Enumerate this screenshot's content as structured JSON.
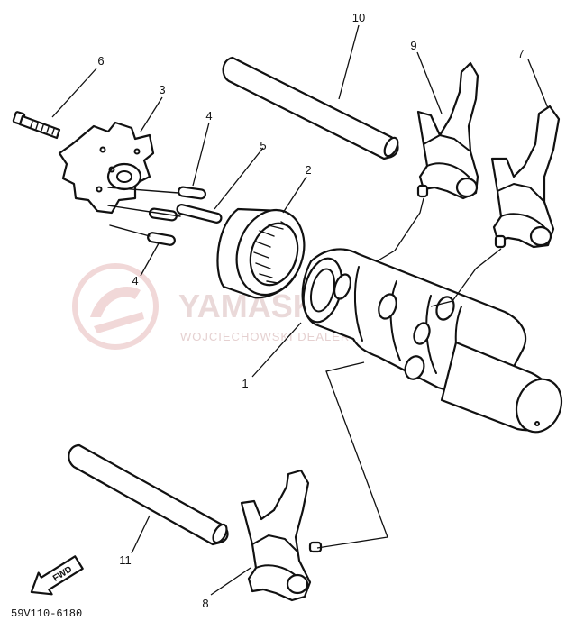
{
  "callouts": {
    "c1": "1",
    "c2": "2",
    "c3": "3",
    "c4a": "4",
    "c4b": "4",
    "c5": "5",
    "c6": "6",
    "c7": "7",
    "c8": "8",
    "c9": "9",
    "c10": "10",
    "c11": "11"
  },
  "direction_arrow": "FWD",
  "diagram_code": "59V110-6180",
  "watermark": {
    "brand": "YAMASKLEP.PL",
    "tagline": "WOJCIECHOWSKI DEALER YAMAHA",
    "color": "#e6b9b9"
  }
}
